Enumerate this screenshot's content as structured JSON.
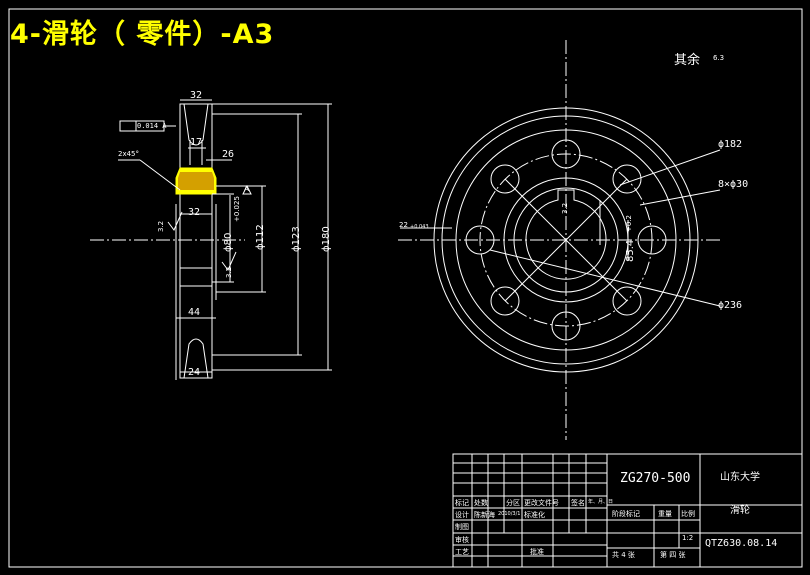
{
  "title": "4-滑轮（  零件）-A3",
  "roughness_note": {
    "label": "其余",
    "value": "6.3"
  },
  "side_view": {
    "dims": {
      "top_width": "32",
      "groove_width": "17",
      "chamfer": "2x45°",
      "hub_step": "26",
      "flat_32": "32",
      "left_roughness": "3.2",
      "bore_dia": "ϕ80+0.025 0",
      "bore_dia_main": "ϕ80",
      "bore_tol": "+0.025",
      "bore_tol_low": "0",
      "dia_112": "ϕ112",
      "dia_123": "ϕ123",
      "dia_180": "ϕ180",
      "roughness_32_low": "3.2",
      "width_44": "44",
      "width_24": "24",
      "tolerance_frame": "0.014 A",
      "datum": "A"
    }
  },
  "front_view": {
    "dims": {
      "bolt_circle": "ϕ182",
      "holes": "8×ϕ30",
      "outer_dia": "ϕ236",
      "bore_label": "3.2",
      "keyway": "85.4+0.2",
      "keyway_main": "85.4",
      "keyway_tol": "+0.2",
      "key_width": "22",
      "key_tol": "+0.043"
    }
  },
  "title_block": {
    "material": "ZG270-500",
    "school": "山东大学",
    "part_name": "滑轮",
    "drawing_no": "QTZ630.08.14",
    "scale": "1:2",
    "sheets": "共 4 张",
    "sheet_no": "第 四 张",
    "row_labels": [
      "标记",
      "设计",
      "制图",
      "审核",
      "工艺"
    ],
    "header_cells": [
      "处数",
      "分区",
      "更改文件号",
      "签名",
      "年、月、日"
    ],
    "designer": "陈新海",
    "date": "2010/3/1",
    "standardize": "标准化",
    "approve": "批准",
    "stage_mark": "阶段标记",
    "weight": "重量",
    "ratio": "比例"
  }
}
